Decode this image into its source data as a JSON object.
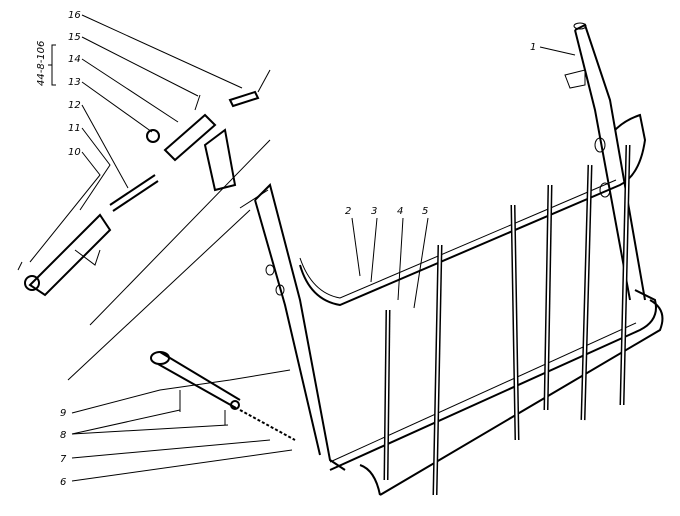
{
  "drawing_code": "44-8-106",
  "callouts": {
    "c1": "1",
    "c2": "2",
    "c3": "3",
    "c4": "4",
    "c5": "5",
    "c6": "6",
    "c7": "7",
    "c8": "8",
    "c9": "9",
    "c10": "10",
    "c11": "11",
    "c12": "12",
    "c13": "13",
    "c14": "14",
    "c15": "15",
    "c16": "16"
  }
}
